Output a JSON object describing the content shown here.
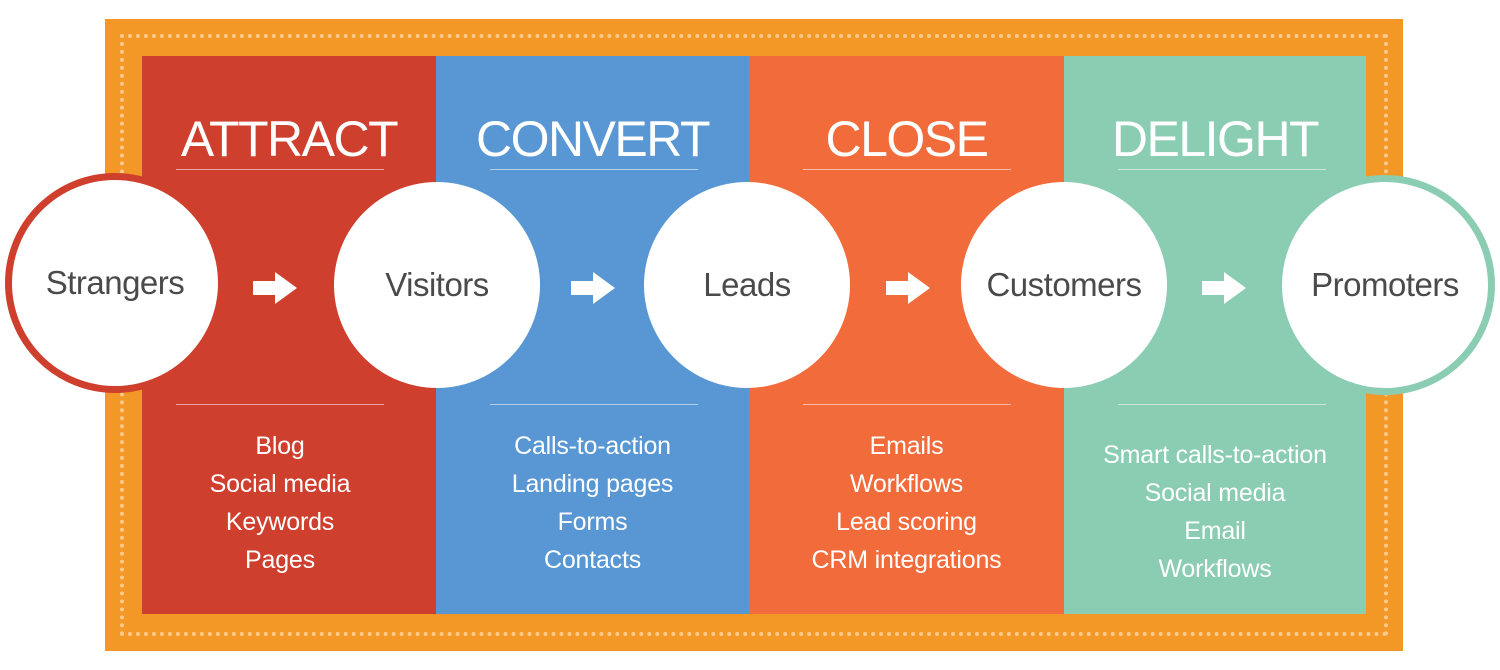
{
  "colors": {
    "frame": "#F39727",
    "dots": "#FBC98A",
    "attract": "#CF3F2E",
    "convert": "#5897D3",
    "close": "#F26B3A",
    "delight": "#8BCDB2",
    "circle_text": "#4A4A4A"
  },
  "stages": [
    {
      "title": "ATTRACT",
      "items": [
        "Blog",
        "Social media",
        "Keywords",
        "Pages"
      ]
    },
    {
      "title": "CONVERT",
      "items": [
        "Calls-to-action",
        "Landing pages",
        "Forms",
        "Contacts"
      ]
    },
    {
      "title": "CLOSE",
      "items": [
        "Emails",
        "Workflows",
        "Lead scoring",
        "CRM integrations"
      ]
    },
    {
      "title": "DELIGHT",
      "items": [
        "Smart calls-to-action",
        "Social media",
        "Email",
        "Workflows"
      ]
    }
  ],
  "nodes": [
    "Strangers",
    "Visitors",
    "Leads",
    "Customers",
    "Promoters"
  ],
  "arrow_icon": "right-arrow-icon"
}
